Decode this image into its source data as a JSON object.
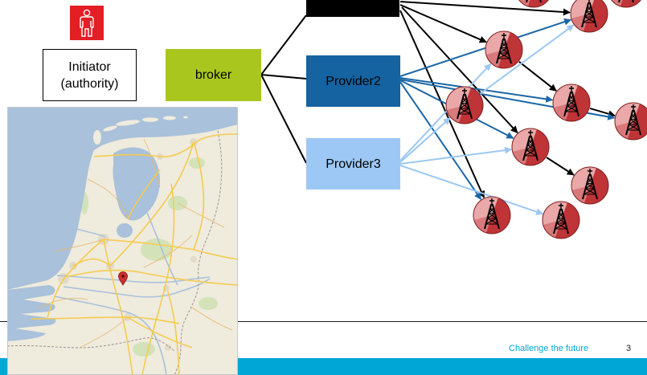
{
  "initiator": {
    "icon": "person-icon",
    "icon_color": "#e31e24",
    "label_line1": "Initiator",
    "label_line2": "(authority)"
  },
  "broker": {
    "label": "broker",
    "color": "#a9c61f"
  },
  "providers": [
    {
      "color": "#000000"
    },
    {
      "label": "Provider2",
      "color": "#1563a1"
    },
    {
      "label": "Provider3",
      "color": "#9dc8f5"
    }
  ],
  "towers": {
    "icon": "cell-tower-icon"
  },
  "arrow_colors": {
    "provider1": "#000000",
    "provider2": "#1b66a6",
    "provider3": "#9cc8f2"
  },
  "map": {
    "icon": "netherlands-map",
    "marker_icon": "map-pin-icon",
    "marker_color": "#cf2f2f",
    "land_color": "#efebdd",
    "water_color": "#a9c1da",
    "road_color": "#f5cb4f"
  },
  "footer": {
    "tagline": "Challenge the future",
    "page_number": "3",
    "accent_color": "#00a6d6"
  }
}
